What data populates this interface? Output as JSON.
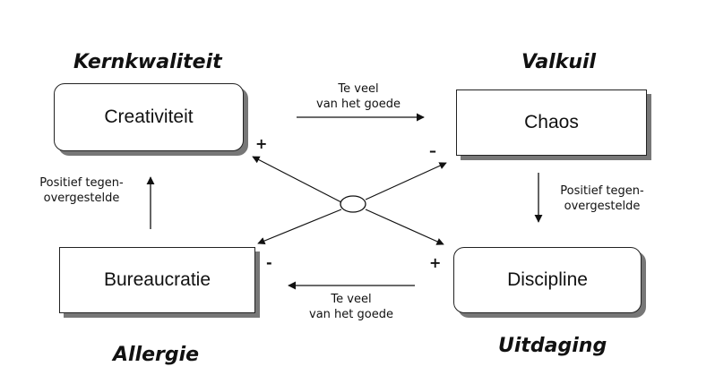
{
  "headings": {
    "top_left": "Kernkwaliteit",
    "top_right": "Valkuil",
    "bottom_left": "Allergie",
    "bottom_right": "Uitdaging"
  },
  "boxes": {
    "top_left": "Creativiteit",
    "top_right": "Chaos",
    "bottom_left": "Bureaucratie",
    "bottom_right": "Discipline"
  },
  "notes": {
    "top_arrow": {
      "line1": "Te veel",
      "line2": "van het goede"
    },
    "bottom_arrow": {
      "line1": "Te veel",
      "line2": "van het goede"
    },
    "left_arrow": {
      "line1": "Positief tegen-",
      "line2": "overgestelde"
    },
    "right_arrow": {
      "line1": "Positief tegen-",
      "line2": "overgestelde"
    }
  },
  "signs": {
    "near_top_left": "+",
    "near_top_right": "–",
    "near_bottom_left": "-",
    "near_bottom_right": "+"
  }
}
